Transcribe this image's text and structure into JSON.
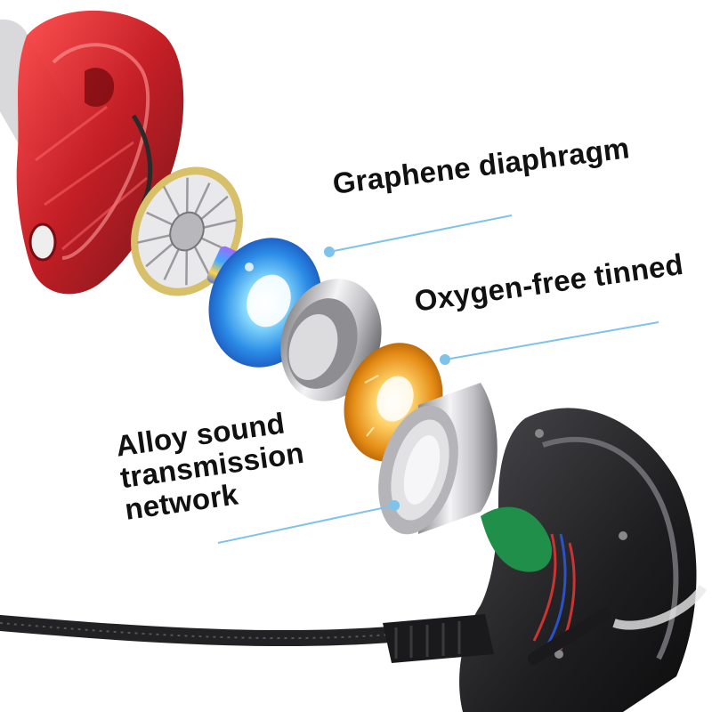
{
  "labels": {
    "graphene": "Graphene diaphragm",
    "oxygen": "Oxygen-free tinned",
    "alloy_line1": "Alloy sound",
    "alloy_line2": "transmission",
    "alloy_line3": "network"
  },
  "colors": {
    "shell_front": "#c0121a",
    "shell_back": "#2b2b2d",
    "diaphragm_glow": "#3aa8f0",
    "copper_glow": "#f2a93a",
    "alloy_ring": "#c9c9cc",
    "pcb": "#1f8f4a",
    "leader_line": "#7ec3ea"
  },
  "icons": [
    "earphone-shell-red",
    "driver-grille",
    "magnet-cylinder",
    "graphene-disc",
    "alloy-ring",
    "copper-disc",
    "alloy-tube",
    "earphone-shell-black",
    "cable"
  ]
}
